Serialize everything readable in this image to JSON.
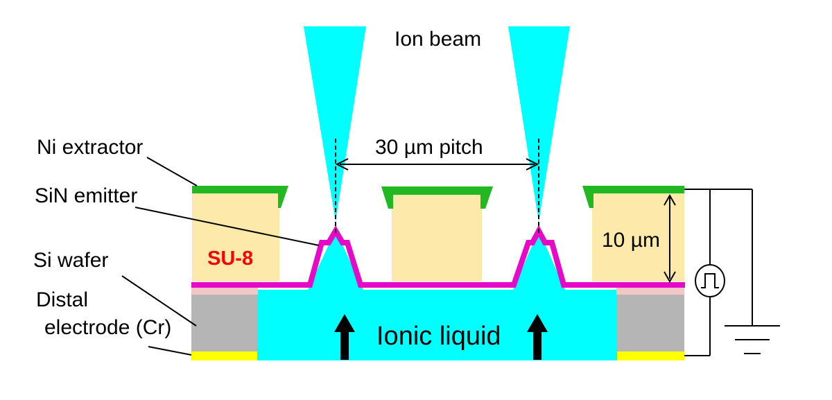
{
  "labels": {
    "ion_beam": "Ion beam",
    "pitch": "30 µm pitch",
    "ni_extractor": "Ni extractor",
    "sin_emitter": "SiN emitter",
    "si_wafer": "Si wafer",
    "distal_line1": "Distal",
    "distal_line2": "electrode (Cr)",
    "su8": "SU-8",
    "height": "10 µm",
    "ionic_liquid": "Ionic liquid"
  },
  "colors": {
    "ion_beam": "#00ffff",
    "ionic_liquid": "#00ffff",
    "su8": "#fde9a9",
    "ni_extractor": "#22b822",
    "sin_emitter": "#e60ac8",
    "si_wafer": "#b5b5b5",
    "wafer_oxide": "#f4c7c7",
    "distal_electrode": "#ffff00",
    "su8_text": "#ff0000"
  },
  "icons": {
    "pulse_source": "pulse-source-icon",
    "ground": "ground-icon",
    "flow_arrow": "up-arrow-icon"
  }
}
